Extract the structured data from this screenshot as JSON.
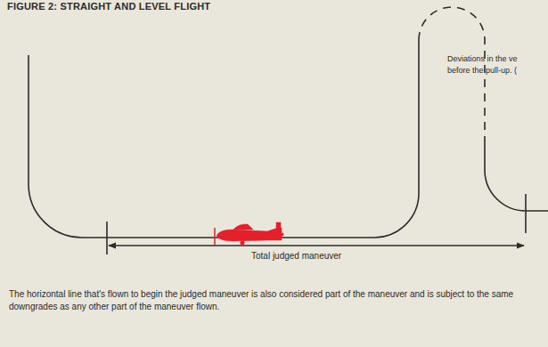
{
  "diagram": {
    "title": "FIGURE 2: STRAIGHT AND LEVEL FLIGHT",
    "caption": "The horizontal line that's flown to begin the judged maneuver is also considered part of the maneuver and is subject to the same downgrades as any other part of the maneuver flown.",
    "labels": [
      "Deviations in the ve",
      "before the pull-up. (",
      "Total judged maneuver"
    ]
  }
}
